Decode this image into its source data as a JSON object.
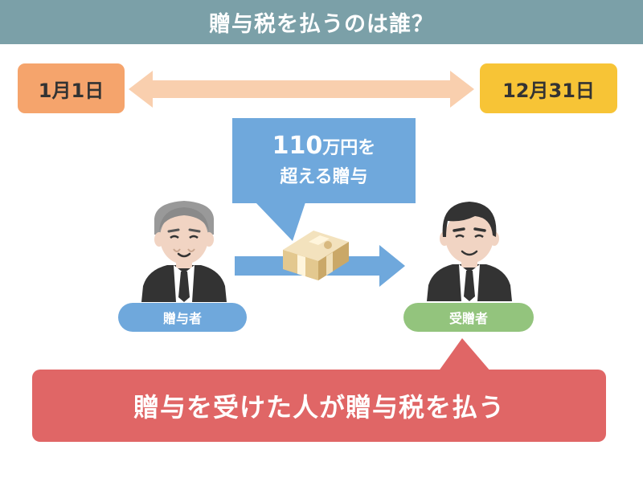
{
  "title": "贈与税を払うのは誰？",
  "period": {
    "start_label": "1月1日",
    "end_label": "12月31日"
  },
  "callout": {
    "amount": "110",
    "unit": "万円を",
    "line2": "超える贈与"
  },
  "giver": {
    "label": "贈与者"
  },
  "receiver": {
    "label": "受贈者"
  },
  "conclusion": {
    "text": "贈与を受けた人が贈与税を払う"
  },
  "colors": {
    "title_bar": "#7ba0a8",
    "start_badge": "#f5a46c",
    "end_badge": "#f7c436",
    "period_arrow": "#f9cfae",
    "callout": "#6fa8dc",
    "giver_pill": "#6fa8dc",
    "receiver_pill": "#93c47d",
    "conclusion": "#e06666"
  },
  "icons": {
    "giver": "elderly-man-icon",
    "receiver": "man-icon",
    "money": "banknote-bundle-icon"
  }
}
